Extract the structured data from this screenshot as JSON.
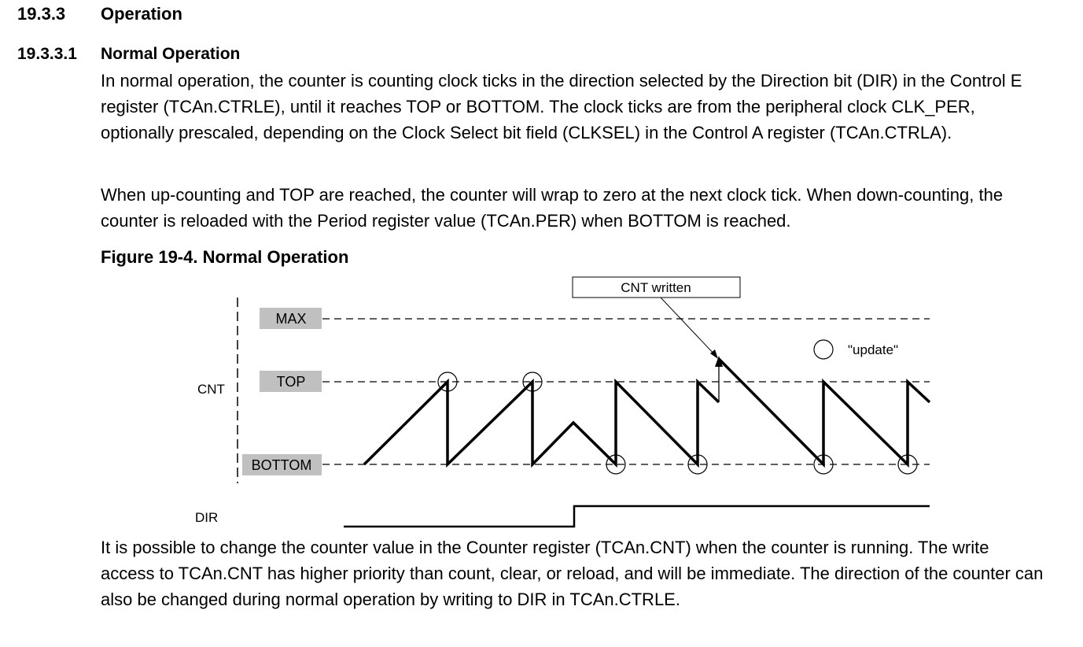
{
  "section": {
    "number": "19.3.3",
    "title": "Operation"
  },
  "subsection": {
    "number": "19.3.3.1",
    "title": "Normal Operation"
  },
  "paragraphs": [
    "In normal operation, the counter is counting clock ticks in the direction selected by the Direction bit (DIR) in the Control E register (TCAn.CTRLE), until it reaches TOP or BOTTOM. The clock ticks are from the peripheral clock CLK_PER, optionally prescaled, depending on the Clock Select bit field (CLKSEL) in the Control A register (TCAn.CTRLA).",
    "When up-counting and TOP are reached, the counter will wrap to zero at the next clock tick. When down-counting, the counter is reloaded with the Period register value (TCAn.PER) when BOTTOM is reached.",
    "It is possible to change the counter value in the Counter register (TCAn.CNT) when the counter is running. The write access to TCAn.CNT has higher priority than count, clear, or reload, and will be immediate. The direction of the counter can also be changed during normal operation by writing to DIR in TCAn.CTRLE."
  ],
  "figure": {
    "caption": "Figure 19-4. Normal Operation",
    "labels": {
      "max": "MAX",
      "top": "TOP",
      "bottom": "BOTTOM",
      "cnt": "CNT",
      "dir": "DIR",
      "cnt_written": "CNT written",
      "update": "\"update\""
    }
  }
}
